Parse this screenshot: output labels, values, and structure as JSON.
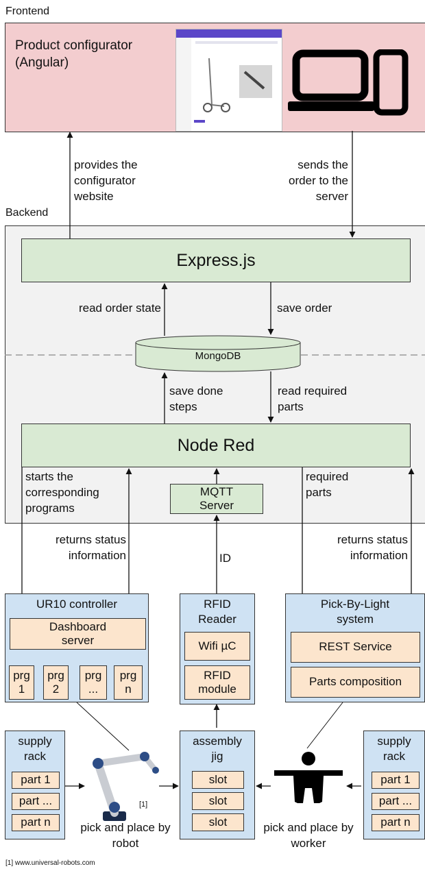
{
  "frontend": {
    "label": "Frontend",
    "configurator_title": "Product configurator (Angular)"
  },
  "backend": {
    "label": "Backend"
  },
  "arrows": {
    "provides": "provides the configurator website",
    "sends": "sends the order to the server",
    "read_order_state": "read order state",
    "save_order": "save order",
    "save_done_steps": "save done steps",
    "read_required_parts": "read required parts",
    "starts_programs": "starts the corresponding programs",
    "returns_status_left": "returns status information",
    "id": "ID",
    "required_parts": "required parts",
    "returns_status_right": "returns status information"
  },
  "nodes": {
    "express": "Express.js",
    "mongodb": "MongoDB",
    "node_red": "Node Red",
    "mqtt": "MQTT Server"
  },
  "ur10": {
    "title": "UR10 controller",
    "dashboard": "Dashboard server",
    "programs": [
      "prg 1",
      "prg 2",
      "prg ...",
      "prg n"
    ]
  },
  "rfid": {
    "title": "RFID Reader",
    "wifi": "Wifi µC",
    "module": "RFID module"
  },
  "pbl": {
    "title": "Pick-By-Light system",
    "rest": "REST Service",
    "parts": "Parts composition"
  },
  "supply_left": {
    "title": "supply rack",
    "parts": [
      "part 1",
      "part ...",
      "part n"
    ]
  },
  "assembly": {
    "title": "assembly jig",
    "slots": [
      "slot",
      "slot",
      "slot"
    ]
  },
  "supply_right": {
    "title": "supply rack",
    "parts": [
      "part 1",
      "part ...",
      "part n"
    ]
  },
  "robot": {
    "caption": "pick and place by robot",
    "footnote_mark": "[1]"
  },
  "worker": {
    "caption": "pick and place by worker"
  },
  "footnote": "[1] www.universal-robots.com"
}
